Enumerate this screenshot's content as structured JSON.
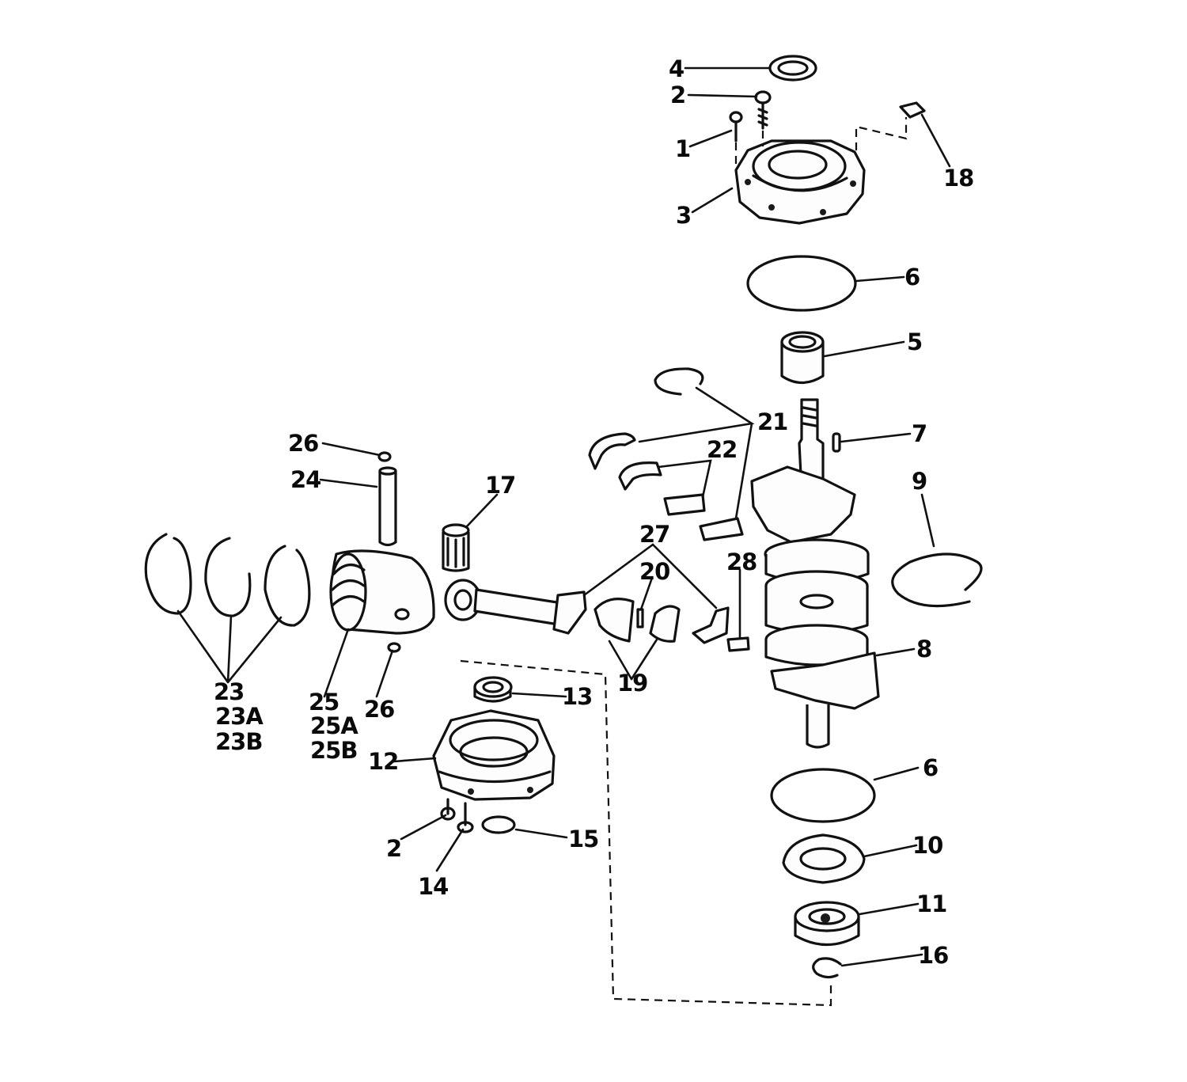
{
  "callouts": {
    "c1": "1",
    "c2a": "2",
    "c2b": "2",
    "c3": "3",
    "c4": "4",
    "c5": "5",
    "c6a": "6",
    "c6b": "6",
    "c7": "7",
    "c8": "8",
    "c9": "9",
    "c10": "10",
    "c11": "11",
    "c12": "12",
    "c13": "13",
    "c14": "14",
    "c15": "15",
    "c16": "16",
    "c17": "17",
    "c18": "18",
    "c19": "19",
    "c20": "20",
    "c21": "21",
    "c22": "22",
    "c23": "23",
    "c23a": "23A",
    "c23b": "23B",
    "c24": "24",
    "c25": "25",
    "c25a": "25A",
    "c25b": "25B",
    "c26a": "26",
    "c26b": "26",
    "c27": "27",
    "c28": "28"
  }
}
